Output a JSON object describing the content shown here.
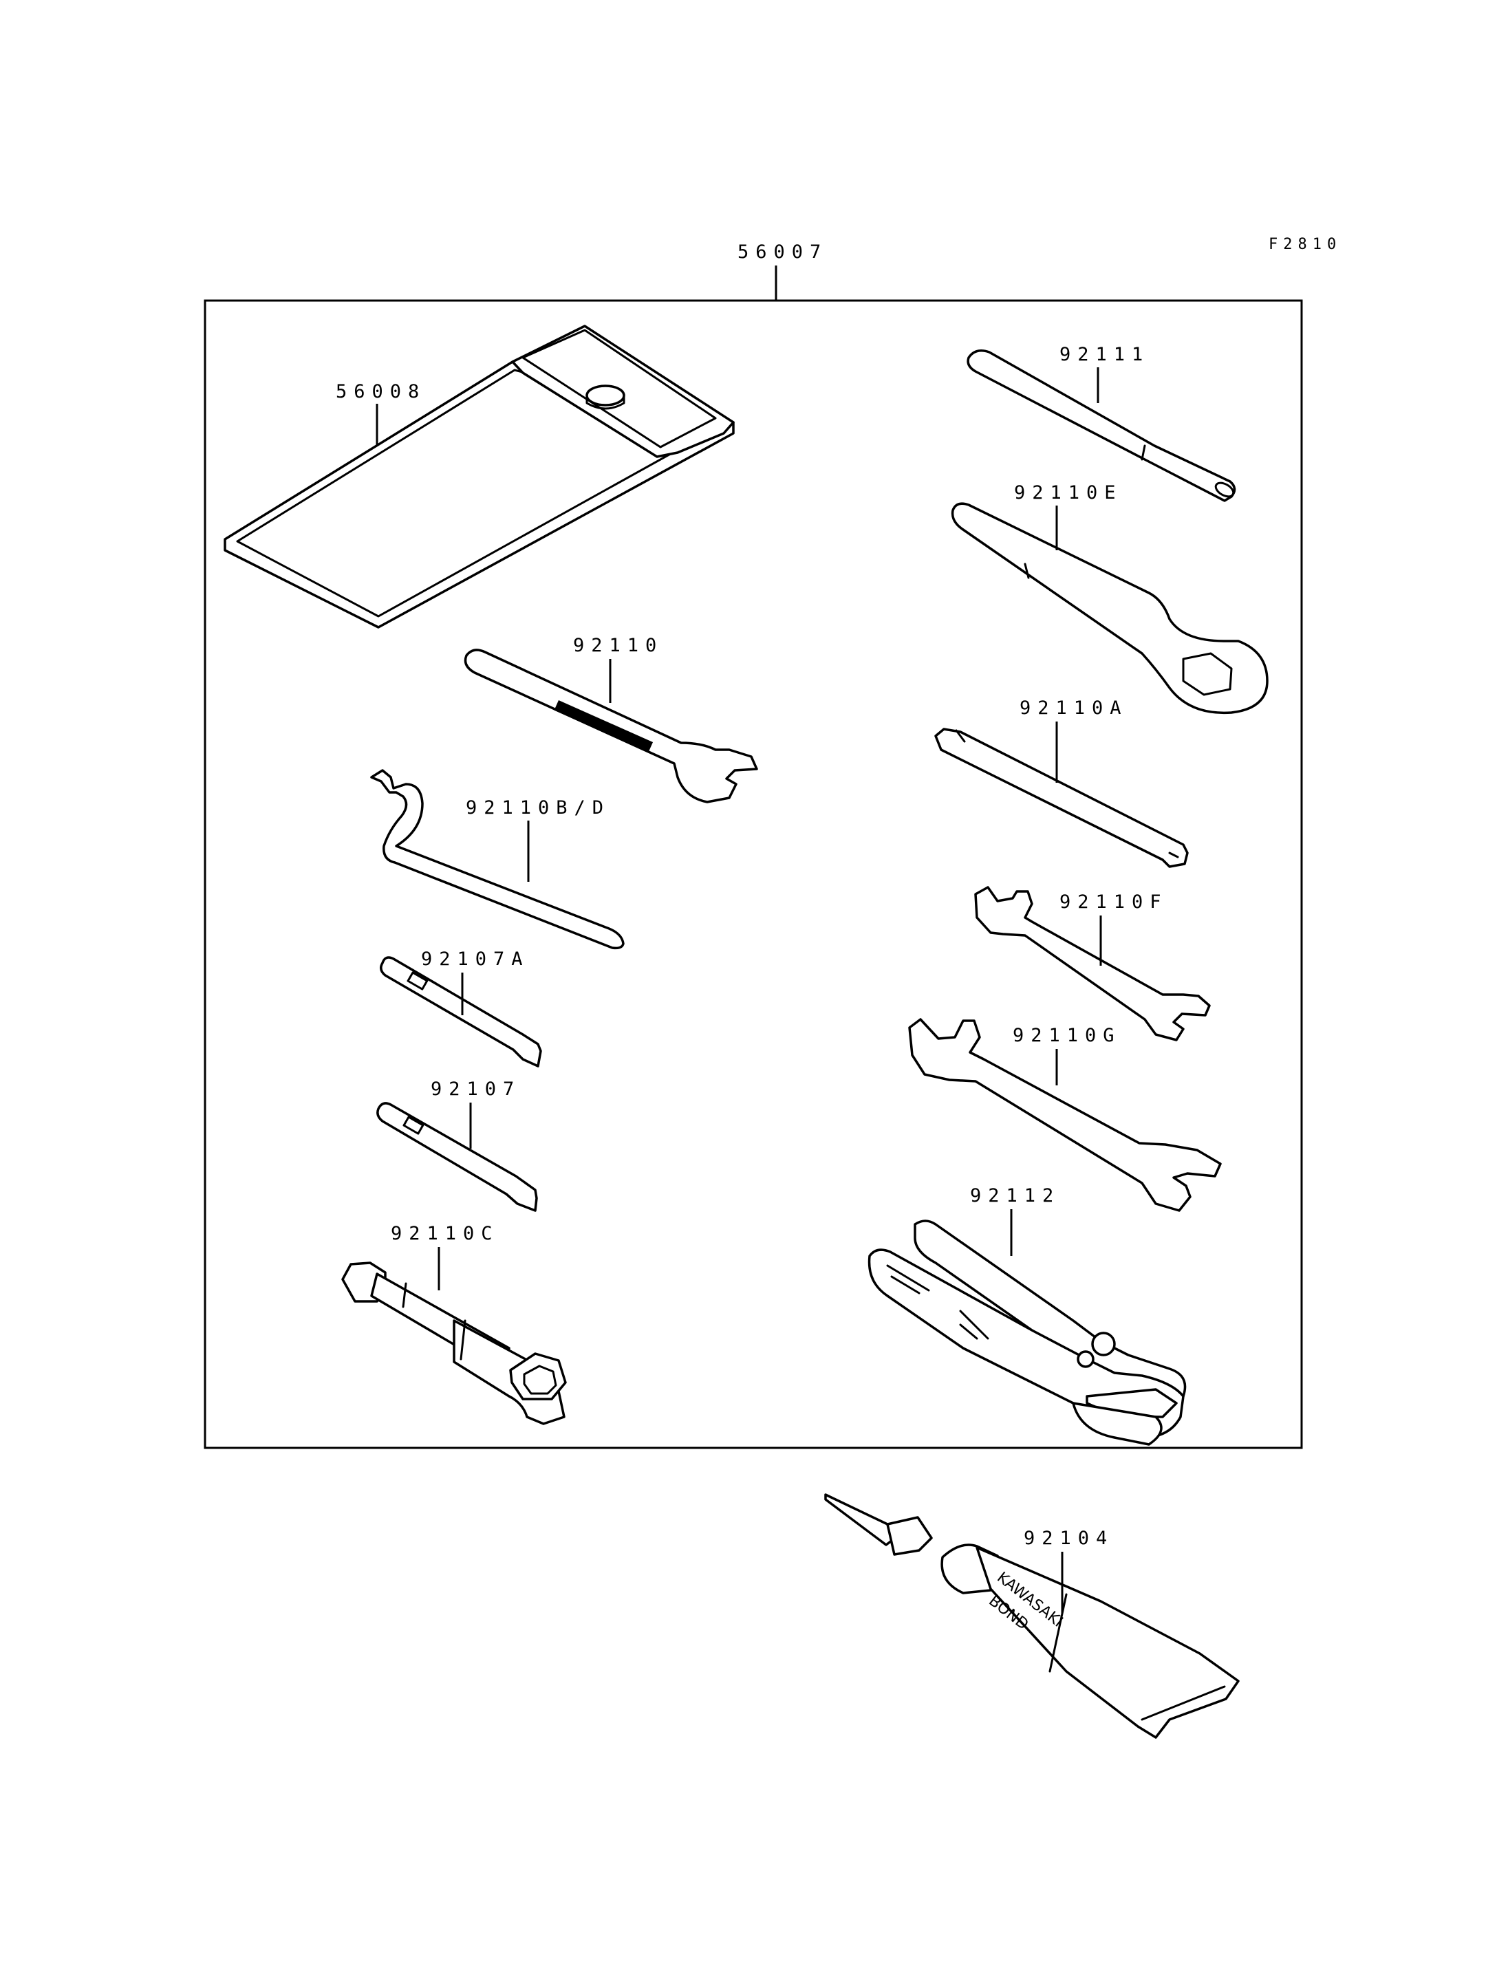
{
  "figure_code": "F2810",
  "kit_part": "56007",
  "parts": {
    "pouch": "56008",
    "plug_wrench_handle": "92111",
    "box_wrench": "92110E",
    "spanner_92110": "92110",
    "flat_wrench": "92110A",
    "hook_wrench": "92110B/D",
    "open_wrench_f": "92110F",
    "screwdriver_bit_a": "92107A",
    "open_wrench_g": "92110G",
    "screwdriver_bit": "92107",
    "pliers": "92112",
    "spark_plug_wrench": "92110C",
    "bond_tube": "92104"
  },
  "tube_lettering": {
    "line1": "KAWASAKI",
    "line2": "BOND"
  }
}
